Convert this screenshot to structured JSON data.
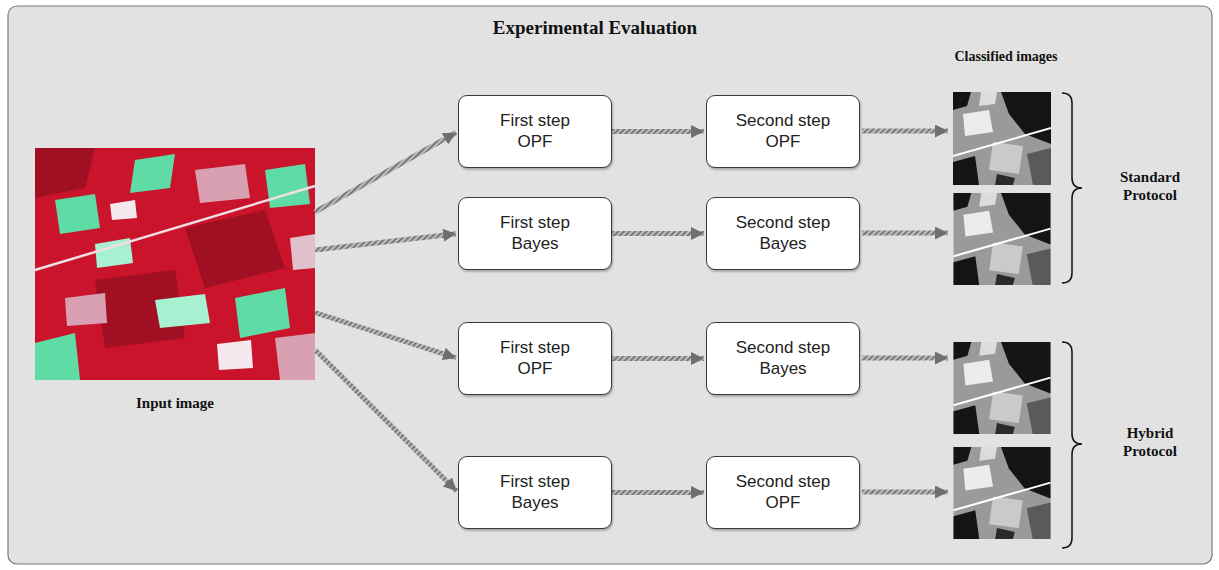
{
  "diagram": {
    "title": "Experimental Evaluation",
    "nodes": [
      {
        "text": [
          "Input image"
        ]
      },
      {
        "text": [
          "First step OPF"
        ]
      },
      {
        "text": [
          "Second step OPF"
        ]
      },
      {
        "text": [
          "First step Bayes"
        ]
      },
      {
        "text": [
          "Second step Bayes"
        ]
      },
      {
        "text": [
          "First step OPF"
        ]
      },
      {
        "text": [
          "Second step Bayes"
        ]
      },
      {
        "text": [
          "First step Bayes"
        ]
      },
      {
        "text": [
          "Second step OPF"
        ]
      }
    ],
    "edges": [
      {
        "from": 0,
        "to": 1,
        "arrow": "to"
      },
      {
        "from": 1,
        "to": 2,
        "arrow": "to"
      },
      {
        "from": 0,
        "to": 3,
        "arrow": "to"
      },
      {
        "from": 3,
        "to": 4,
        "arrow": "to"
      },
      {
        "from": 0,
        "to": 5,
        "arrow": "to"
      },
      {
        "from": 5,
        "to": 6,
        "arrow": "to"
      },
      {
        "from": 0,
        "to": 7,
        "arrow": "to"
      },
      {
        "from": 7,
        "to": 8,
        "arrow": "to"
      }
    ],
    "labels": [
      "Classified images",
      "Standard Protocol",
      "Hybrid Protocol"
    ]
  }
}
